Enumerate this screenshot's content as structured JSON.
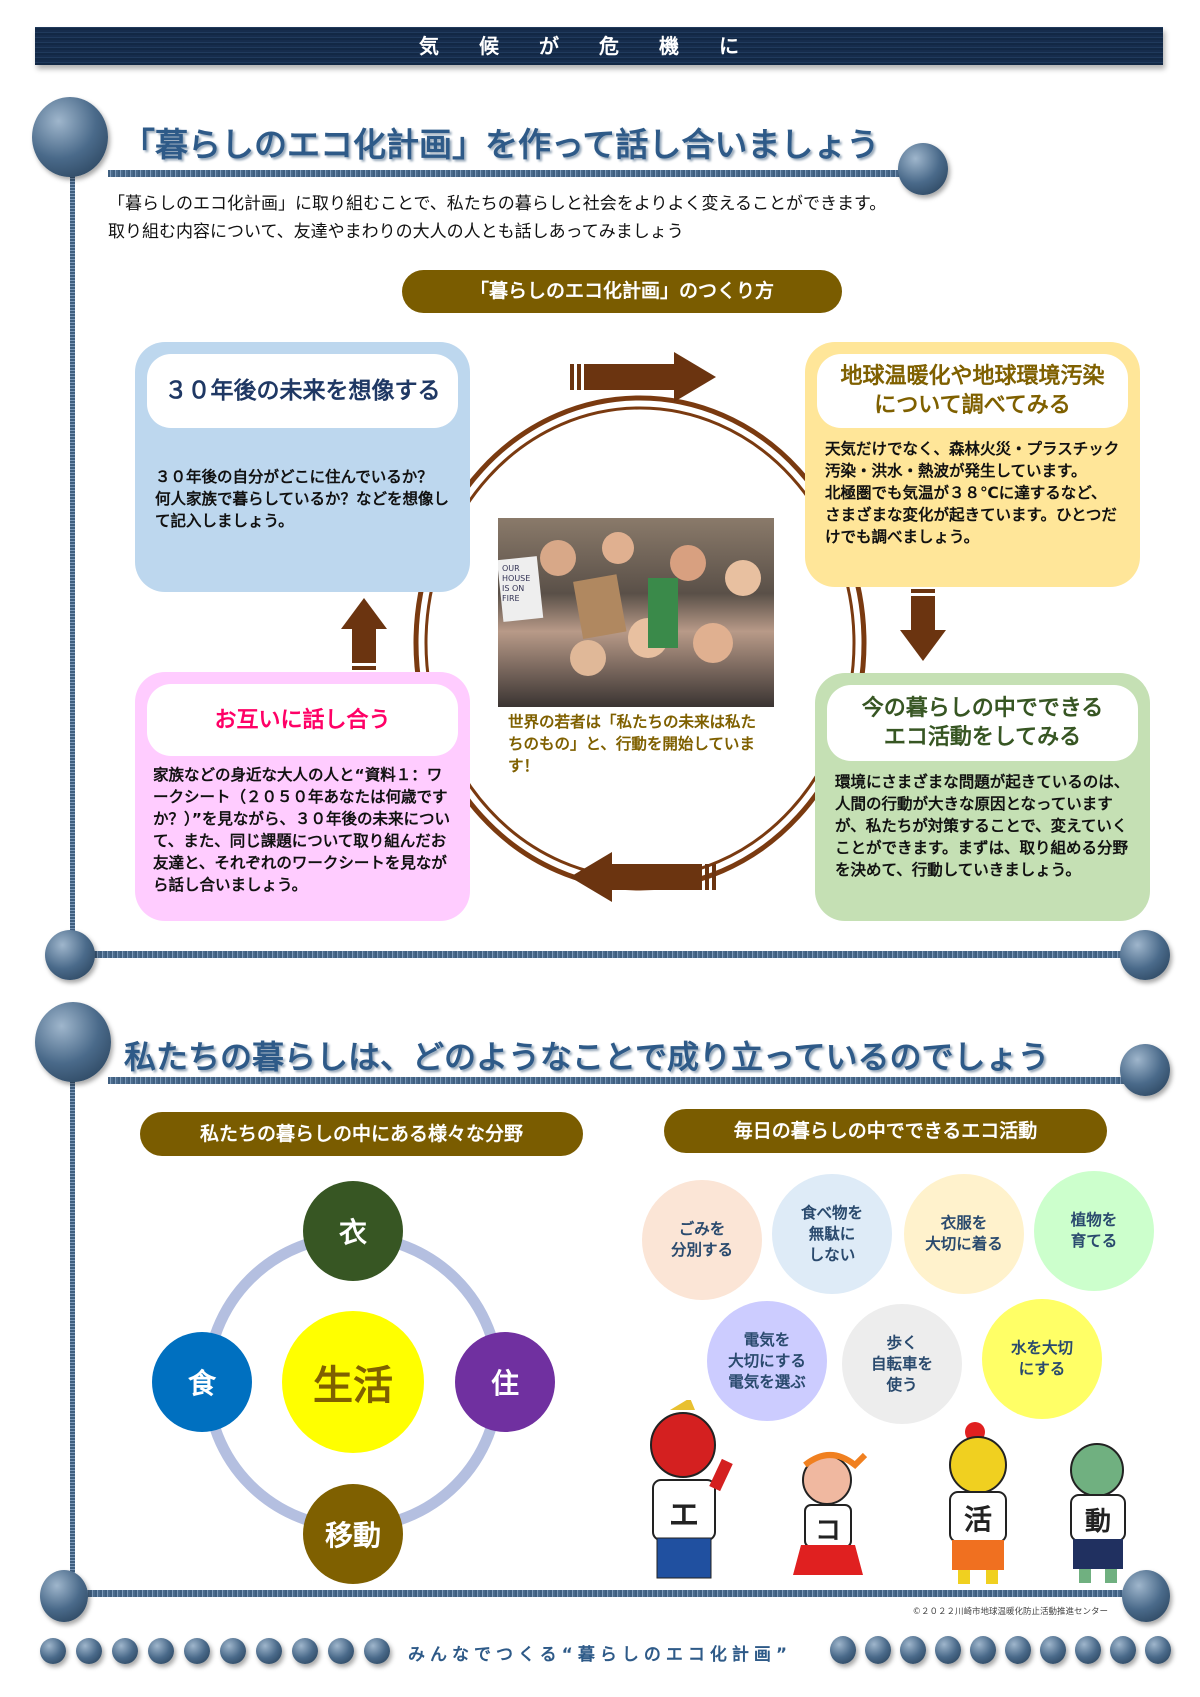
{
  "header": {
    "banner": "気候が危機に"
  },
  "section1": {
    "title": "「暮らしのエコ化計画」を作って話し合いましょう",
    "intro": [
      "「暮らしのエコ化計画」に取り組むことで、私たちの暮らしと社会をよりよく変えることができます。",
      "取り組む内容について、友達やまわりの大人の人とも話しあってみましょう"
    ],
    "pill": "「暮らしのエコ化計画」のつくり方",
    "steps": [
      {
        "title": "３０年後の未来を想像する",
        "body": "３０年後の自分がどこに住んでいるか？　何人家族で暮らしているか？などを想像して記入しましょう。",
        "color": "#bdd7ee",
        "title_color": "#1f3864"
      },
      {
        "title": "地球温暖化や地球環境汚染\nについて調べてみる",
        "body": "天気だけでなく、森林火災・プラスチック汚染・洪水・熱波が発生しています。\n北極圏でも気温が３８℃に達するなど、さまざまな変化が起きています。ひとつだけでも調べましょう。",
        "color": "#ffe699",
        "title_color": "#7f6000"
      },
      {
        "title": "今の暮らしの中でできる\nエコ活動をしてみる",
        "body": "環境にさまざまな問題が起きているのは、人間の行動が大きな原因となっていますが、私たちが対策することで、変えていくことができます。まずは、取り組める分野を決めて、行動していきましょう。",
        "color": "#c5e0b4",
        "title_color": "#375623"
      },
      {
        "title": "お互いに話し合う",
        "body": "家族などの身近な大人の人と“資料１：ワークシート（２０５０年あなたは何歳ですか？）”を見ながら、３０年後の未来について、また、同じ課題について取り組んだお友達と、それぞれのワークシートを見ながら話し合いましょう。",
        "color": "#ffccff",
        "title_color": "#ff0066"
      }
    ],
    "photo_caption": "世界の若者は「私たちの未来は私たちのもの」と、行動を開始しています！",
    "photo_sign": "OUR HOUSE IS ON FIRE"
  },
  "section2": {
    "title": "私たちの暮らしは、どのようなことで成り立っているのでしょう",
    "left_pill": "私たちの暮らしの中にある様々な分野",
    "right_pill": "毎日の暮らしの中でできるエコ活動",
    "fields": {
      "center": "生活",
      "top": "衣",
      "left": "食",
      "right": "住",
      "bottom": "移動"
    },
    "eco_actions": [
      {
        "label": "ごみを\n分別する",
        "color": "#fbe5d6"
      },
      {
        "label": "食べ物を\n無駄に\nしない",
        "color": "#deebf7"
      },
      {
        "label": "衣服を\n大切に着る",
        "color": "#fff2cc"
      },
      {
        "label": "植物を\n育てる",
        "color": "#ccffcc"
      },
      {
        "label": "電気を\n大切にする\n電気を選ぶ",
        "color": "#ccccff"
      },
      {
        "label": "歩く\n自転車を\n使う",
        "color": "#ededed"
      },
      {
        "label": "水を大切\nにする",
        "color": "#ffff66"
      }
    ],
    "characters": [
      "エ",
      "コ",
      "活",
      "動"
    ]
  },
  "footer": {
    "copyright": "©２０２２川崎市地球温暖化防止活動推進センター",
    "slogan": "みんなでつくる“暮らしのエコ化計画”"
  }
}
